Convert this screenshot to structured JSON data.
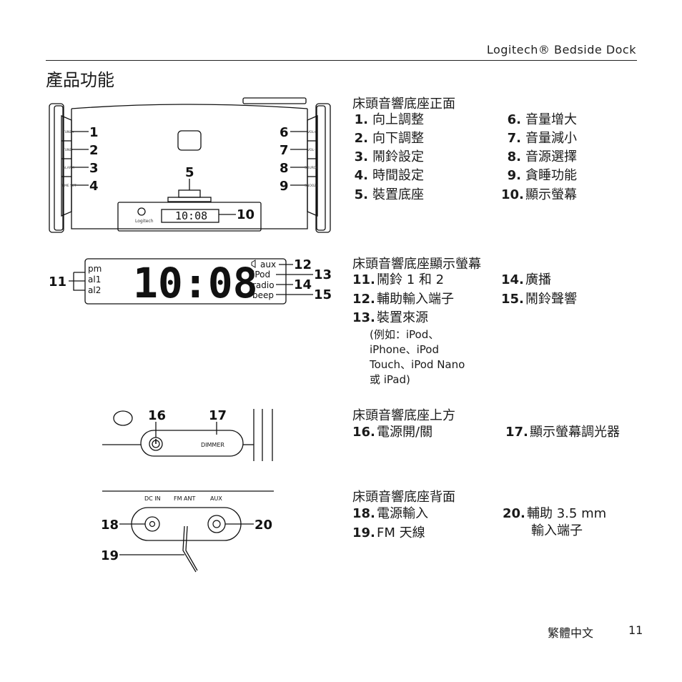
{
  "header": {
    "brand": "Logitech® Bedside Dock"
  },
  "page_title": "產品功能",
  "sections": {
    "front": {
      "title": "床頭音響底座正面",
      "items": [
        {
          "num": "1.",
          "label": "向上調整"
        },
        {
          "num": "2.",
          "label": "向下調整"
        },
        {
          "num": "3.",
          "label": "鬧鈴設定"
        },
        {
          "num": "4.",
          "label": "時間設定"
        },
        {
          "num": "5.",
          "label": "裝置底座"
        },
        {
          "num": "6.",
          "label": "音量增大"
        },
        {
          "num": "7.",
          "label": "音量減小"
        },
        {
          "num": "8.",
          "label": "音源選擇"
        },
        {
          "num": "9.",
          "label": "貪睡功能"
        },
        {
          "num": "10.",
          "label": "顯示螢幕"
        }
      ]
    },
    "display": {
      "title": "床頭音響底座顯示螢幕",
      "items": [
        {
          "num": "11.",
          "label": "鬧鈴 1 和 2"
        },
        {
          "num": "12.",
          "label": "輔助輸入端子"
        },
        {
          "num": "13.",
          "label": "裝置來源"
        },
        {
          "num": "14.",
          "label": "廣播"
        },
        {
          "num": "15.",
          "label": "鬧鈴聲響"
        }
      ],
      "note_lines": [
        "(例如：iPod、",
        "iPhone、iPod",
        "Touch、iPod Nano",
        "或 iPad)"
      ]
    },
    "top": {
      "title": "床頭音響底座上方",
      "items": [
        {
          "num": "16.",
          "label": "電源開/關"
        },
        {
          "num": "17.",
          "label": "顯示螢幕調光器"
        }
      ]
    },
    "back": {
      "title": "床頭音響底座背面",
      "items": [
        {
          "num": "18.",
          "label": "電源輸入"
        },
        {
          "num": "19.",
          "label": "FM 天線"
        },
        {
          "num": "20.",
          "label": "輔助 3.5 mm"
        }
      ],
      "item20_line2": "輸入端子"
    }
  },
  "diagram": {
    "callouts": [
      "1",
      "2",
      "3",
      "4",
      "5",
      "6",
      "7",
      "8",
      "9",
      "10",
      "11",
      "12",
      "13",
      "14",
      "15",
      "16",
      "17",
      "18",
      "19",
      "20"
    ],
    "front_left_buttons": [
      "TUNE+",
      "TUNE-",
      "ALARM",
      "TIME SET"
    ],
    "front_right_buttons": [
      "VOL+",
      "VOL-",
      "SOURCE",
      "SNOOZE"
    ],
    "brand_logo_text": "Logitech",
    "small_display_time": "10:08",
    "display_time": "10:08",
    "display_left_labels": [
      "pm",
      "al1",
      "al2"
    ],
    "display_right_labels": [
      "aux",
      "iPod",
      "radio",
      "beep"
    ],
    "top_button_label": "DIMMER",
    "back_ports": [
      "DC IN",
      "FM ANT",
      "AUX"
    ]
  },
  "footer": {
    "language": "繁體中文",
    "page_number": "11"
  }
}
